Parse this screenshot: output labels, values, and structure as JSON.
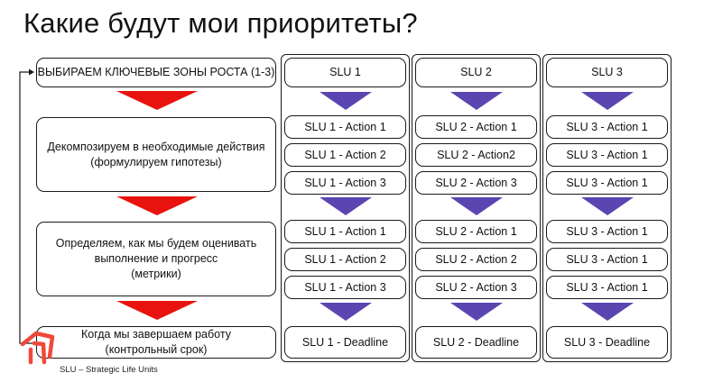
{
  "title": "Какие будут мои приоритеты?",
  "steps": [
    {
      "label": "ВЫБИРАЕМ КЛЮЧЕВЫЕ ЗОНЫ РОСТА (1-3)"
    },
    {
      "label": "Декомпозируем в необходимые действия\n(формулируем гипотезы)"
    },
    {
      "label": "Определяем, как мы будем оценивать\nвыполнение и прогресс\n(метрики)"
    },
    {
      "label": "Когда мы завершаем работу\n(контрольный срок)"
    }
  ],
  "columns": [
    {
      "header": "SLU 1",
      "actions": [
        "SLU 1 - Action 1",
        "SLU 1 - Action 2",
        "SLU 1 - Action 3"
      ],
      "metrics": [
        "SLU 1 - Action 1",
        "SLU 1 - Action 2",
        "SLU 1 - Action 3"
      ],
      "deadline": "SLU 1 - Deadline"
    },
    {
      "header": "SLU 2",
      "actions": [
        "SLU 2 - Action 1",
        "SLU 2 - Action2",
        "SLU 2 - Action 3"
      ],
      "metrics": [
        "SLU 2 - Action 1",
        "SLU 2 - Action 2",
        "SLU 2 - Action 3"
      ],
      "deadline": "SLU 2 - Deadline"
    },
    {
      "header": "SLU 3",
      "actions": [
        "SLU 3 - Action 1",
        "SLU 3 - Action 1",
        "SLU 3 - Action 1"
      ],
      "metrics": [
        "SLU 3 - Action 1",
        "SLU 3 - Action 1",
        "SLU 3 - Action 1"
      ],
      "deadline": "SLU 3 - Deadline"
    }
  ],
  "footnote": "SLU – Strategic Life Units",
  "colors": {
    "red_arrow": "#e8130e",
    "purple_arrow": "#5b45b0",
    "logo": "#f0483a"
  }
}
